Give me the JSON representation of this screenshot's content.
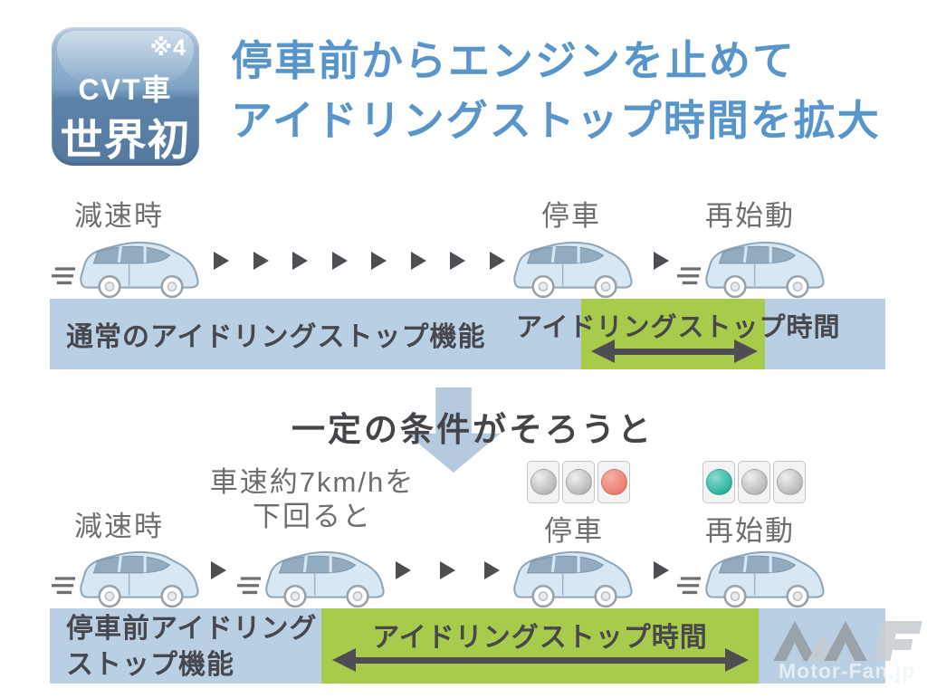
{
  "badge": {
    "note": "※4",
    "line1": "CVT車",
    "line2": "世界初"
  },
  "title": {
    "line1": "停車前からエンジンを止めて",
    "line2": "アイドリングストップ時間を拡大"
  },
  "top_diagram": {
    "decel_label": "減速時",
    "stop_label": "停車",
    "restart_label": "再始動",
    "bar_label": "通常のアイドリングストップ機能",
    "idle_time_label": "アイドリングストップ時間"
  },
  "transition": {
    "label": "一定の条件がそろうと"
  },
  "bottom_diagram": {
    "decel_label": "減速時",
    "speed_label_line1": "車速約7km/hを",
    "speed_label_line2": "下回ると",
    "stop_label": "停車",
    "restart_label": "再始動",
    "bar_label_line1": "停車前アイドリング",
    "bar_label_line2": "ストップ機能",
    "idle_time_label": "アイドリングストップ時間"
  },
  "traffic_lights": {
    "stop": [
      "off",
      "off",
      "red"
    ],
    "restart": [
      "green",
      "off",
      "off"
    ]
  },
  "watermark": {
    "text": "Motor-Fan.jp"
  },
  "colors": {
    "accent-blue": "#5795cb",
    "bar-blue": "#b9cfe3",
    "bar-green": "#a9cb4b",
    "label-gray": "#6e6e6e",
    "dark-text": "#47474d",
    "arrow-gray": "#4d4d52",
    "down-arrow-blue": "#b5cade",
    "badge-blue-top": "#a9c2da",
    "badge-blue-bottom": "#55789f",
    "signal-red": "#ed7e72",
    "signal-green": "#2eb5a2"
  }
}
